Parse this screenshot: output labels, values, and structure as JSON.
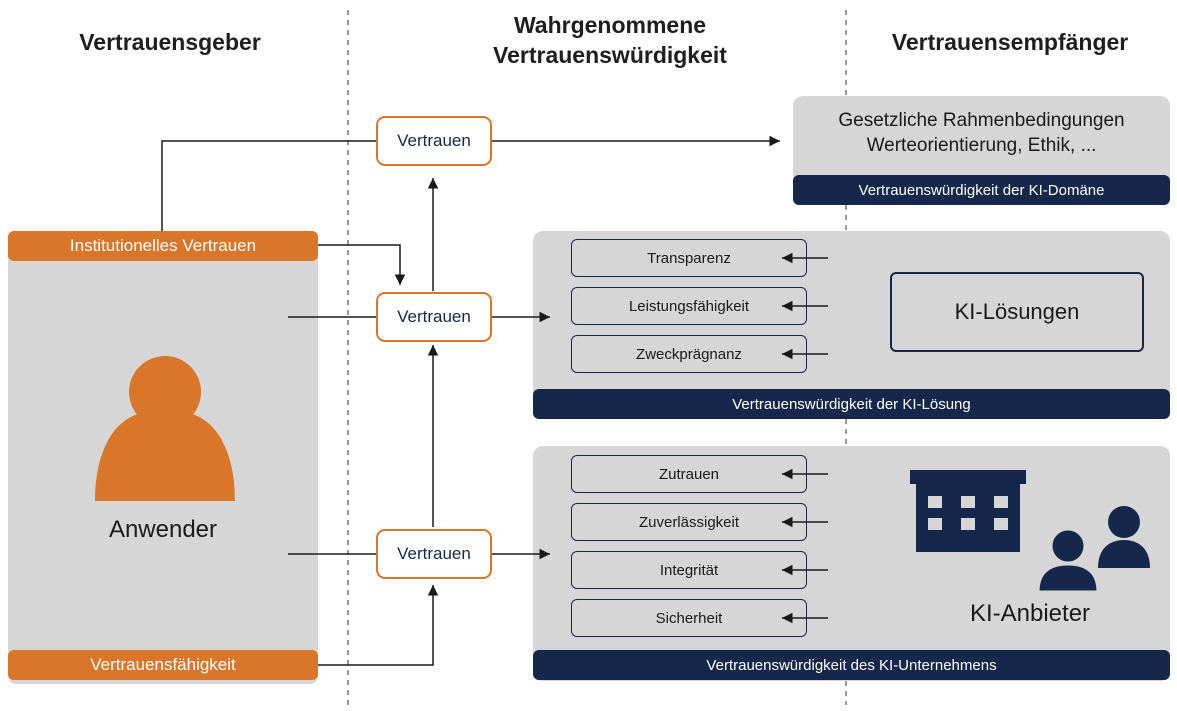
{
  "columns": {
    "trustor": "Vertrauensgeber",
    "perceived_line1": "Wahrgenommene",
    "perceived_line2": "Vertrauenswürdigkeit",
    "trustee": "Vertrauensempfänger"
  },
  "trustor": {
    "institutional_trust": "Institutionelles Vertrauen",
    "user_label": "Anwender",
    "trust_ability": "Vertrauensfähigkeit"
  },
  "trust_label": "Vertrauen",
  "domain": {
    "line1": "Gesetzliche Rahmenbedingungen",
    "line2": "Werteorientierung, Ethik, ...",
    "bar": "Vertrauenswürdigkeit der KI-Domäne"
  },
  "solution": {
    "factors": [
      "Transparenz",
      "Leistungsfähigkeit",
      "Zweckprägnanz"
    ],
    "title": "KI-Lösungen",
    "bar": "Vertrauenswürdigkeit der KI-Lösung"
  },
  "provider": {
    "factors": [
      "Zutrauen",
      "Zuverlässigkeit",
      "Integrität",
      "Sicherheit"
    ],
    "title": "KI-Anbieter",
    "bar": "Vertrauenswürdigkeit des KI-Unternehmens"
  },
  "colors": {
    "orange": "#d9762a",
    "navy": "#15284b",
    "panel_grey": "#d6d6d6"
  }
}
